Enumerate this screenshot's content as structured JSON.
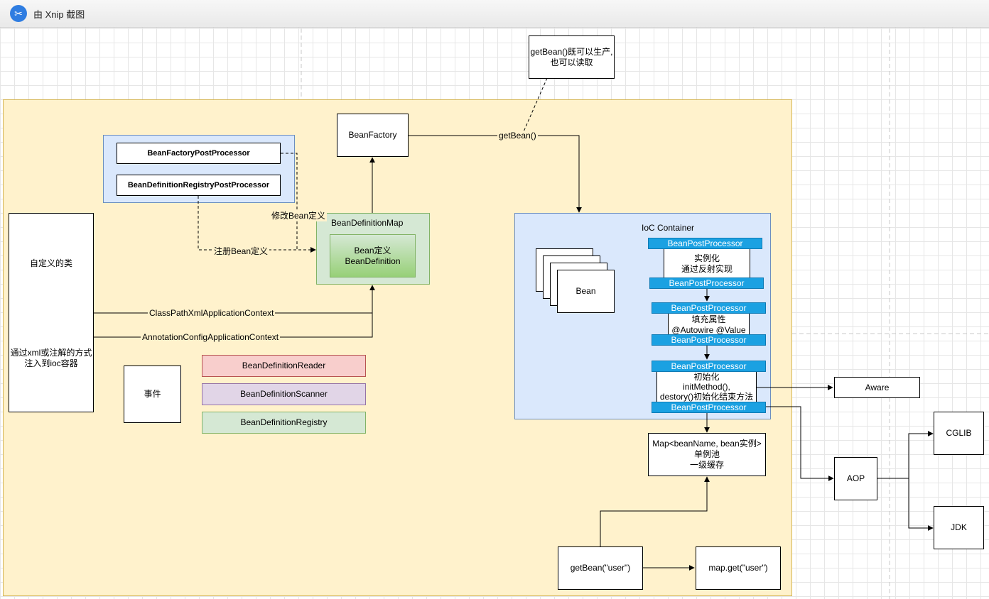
{
  "window": {
    "title": "由 Xnip 截图",
    "icon": "scissors-icon"
  },
  "colors": {
    "main_bg": "#fff2cc",
    "main_border": "#d6b656",
    "blue_bg": "#dae8fc",
    "blue_border": "#6c8ebf",
    "green_bg": "#d5e8d4",
    "green_border": "#82b366",
    "red_bg": "#f8cecc",
    "red_border": "#b85450",
    "purple_bg": "#e1d5e7",
    "purple_border": "#9673a6",
    "bpp_bg": "#1ba1e2"
  },
  "diagram": {
    "note_getbean": "getBean()既可以生产,\n也可以读取",
    "bean_factory": "BeanFactory",
    "bfpp": "BeanFactoryPostProcessor",
    "bdrpp": "BeanDefinitionRegistryPostProcessor",
    "custom_class": "自定义的类",
    "custom_class_desc": "通过xml或注解的方式\n注入到ioc容器",
    "bdmap_title": "BeanDefinitionMap",
    "bean_definition": "Bean定义\nBeanDefinition",
    "event": "事件",
    "reader": "BeanDefinitionReader",
    "scanner": "BeanDefinitionScanner",
    "registry": "BeanDefinitionRegistry",
    "ioc_title": "IoC Container",
    "bean_label": "Bean",
    "bpp_label": "BeanPostProcessor",
    "instantiate": "实例化\n通过反射实现",
    "populate": "填充属性\n@Autowire @Value",
    "initialize": "初始化\ninitMethod(),\ndestory()初始化结束方法",
    "singleton_pool": "Map<beanName, bean实例>\n单例池\n一级缓存",
    "aware": "Aware",
    "aop": "AOP",
    "cglib": "CGLIB",
    "jdk": "JDK",
    "getbean_user": "getBean(\"user\")",
    "map_get_user": "map.get(\"user\")",
    "edge_getbean": "getBean()",
    "edge_modify_bean": "修改Bean定义",
    "edge_register_bean": "注册Bean定义",
    "edge_classpath": "ClassPathXmlApplicationContext",
    "edge_annotation": "AnnotationConfigApplicationContext"
  }
}
